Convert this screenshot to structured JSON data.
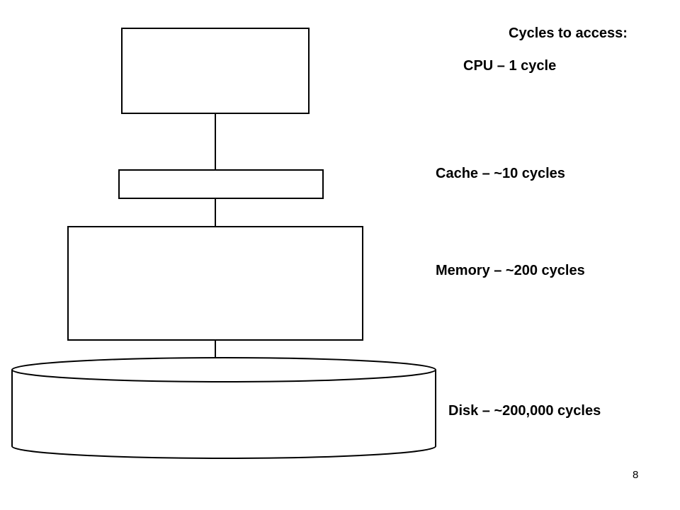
{
  "diagram": {
    "heading": "Cycles to access:",
    "levels": [
      {
        "id": "cpu",
        "label": "CPU – 1 cycle"
      },
      {
        "id": "cache",
        "label": "Cache – ~10 cycles"
      },
      {
        "id": "memory",
        "label": "Memory – ~200 cycles"
      },
      {
        "id": "disk",
        "label": "Disk – ~200,000 cycles"
      }
    ]
  },
  "slide": {
    "page_number": "8"
  }
}
